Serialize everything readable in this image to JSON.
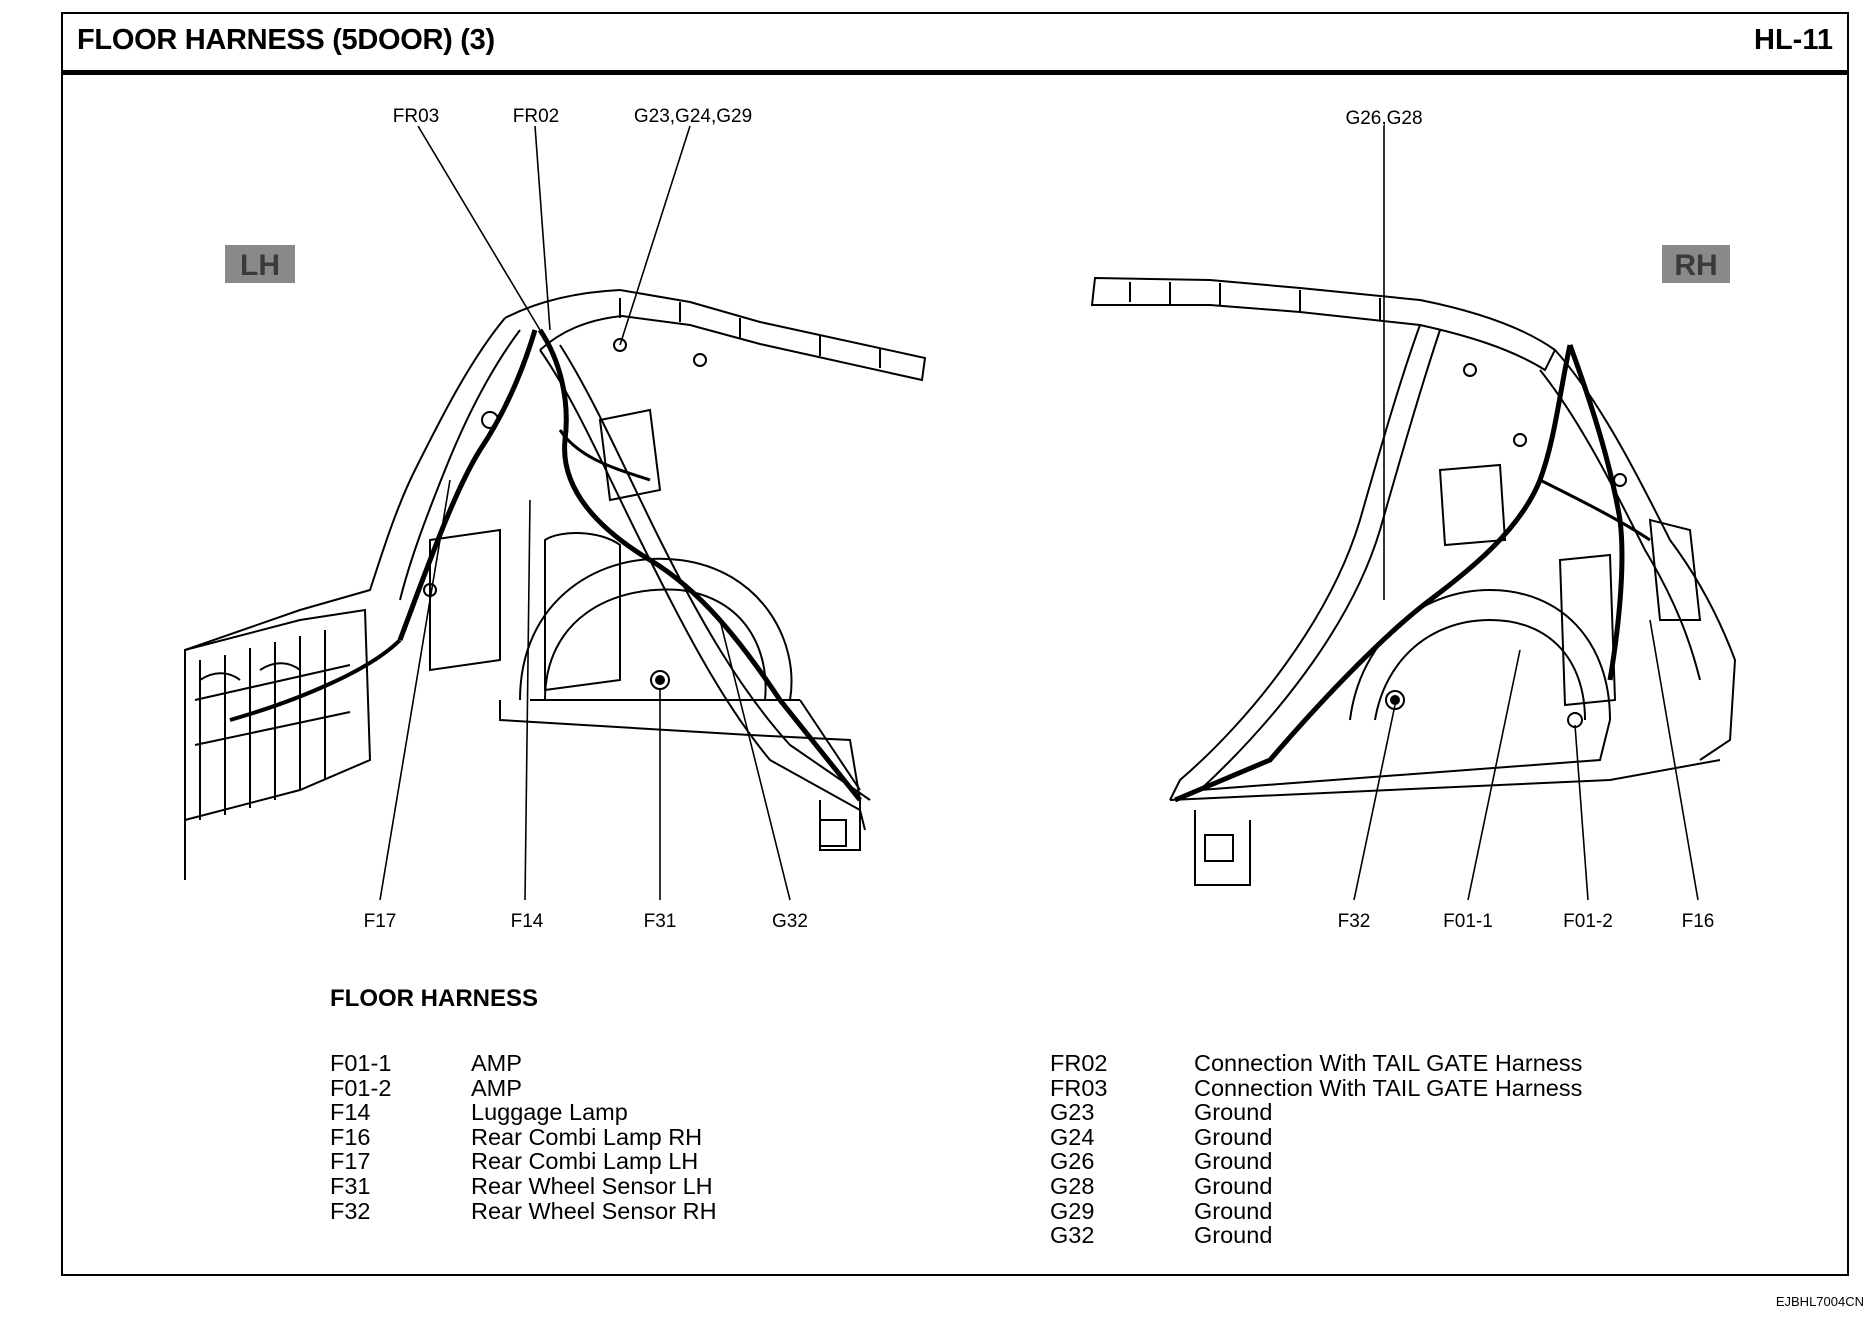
{
  "header": {
    "title": "FLOOR HARNESS (5DOOR) (3)",
    "page": "HL-11"
  },
  "views": {
    "left_tag": "LH",
    "right_tag": "RH",
    "left_top_callouts": [
      "FR03",
      "FR02",
      "G23,G24,G29"
    ],
    "left_bottom_callouts": [
      "F17",
      "F14",
      "F31",
      "G32"
    ],
    "right_top_callouts": [
      "G26,G28"
    ],
    "right_bottom_callouts": [
      "F32",
      "F01-1",
      "F01-2",
      "F16"
    ]
  },
  "legend": {
    "title": "FLOOR HARNESS",
    "left": [
      {
        "code": "F01-1",
        "desc": "AMP"
      },
      {
        "code": "F01-2",
        "desc": "AMP"
      },
      {
        "code": "F14",
        "desc": "Luggage Lamp"
      },
      {
        "code": "F16",
        "desc": "Rear Combi Lamp RH"
      },
      {
        "code": "F17",
        "desc": "Rear Combi Lamp LH"
      },
      {
        "code": "F31",
        "desc": "Rear Wheel Sensor LH"
      },
      {
        "code": "F32",
        "desc": "Rear Wheel Sensor RH"
      }
    ],
    "right": [
      {
        "code": "FR02",
        "desc": "Connection With TAIL GATE Harness"
      },
      {
        "code": "FR03",
        "desc": "Connection With TAIL GATE Harness"
      },
      {
        "code": "G23",
        "desc": "Ground"
      },
      {
        "code": "G24",
        "desc": "Ground"
      },
      {
        "code": "G26",
        "desc": "Ground"
      },
      {
        "code": "G28",
        "desc": "Ground"
      },
      {
        "code": "G29",
        "desc": "Ground"
      },
      {
        "code": "G32",
        "desc": "Ground"
      }
    ]
  },
  "figure_id": "EJBHL7004CN"
}
